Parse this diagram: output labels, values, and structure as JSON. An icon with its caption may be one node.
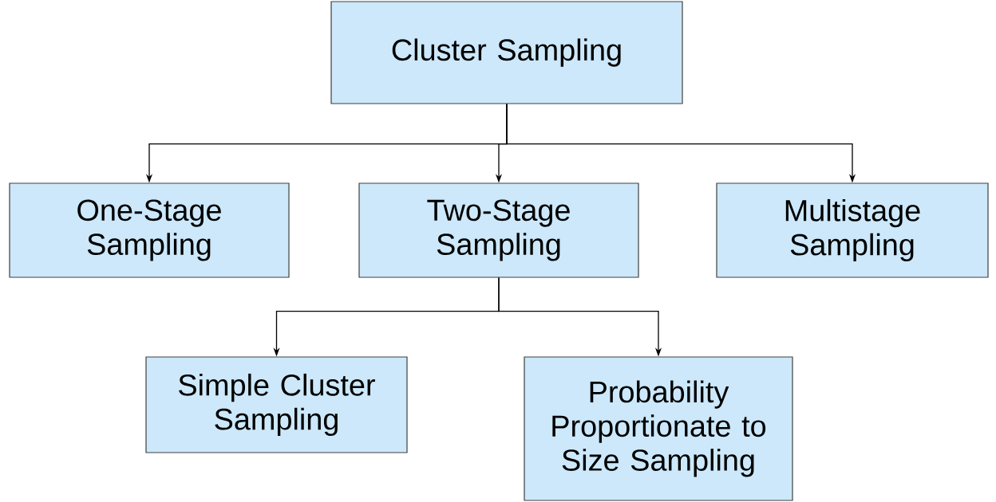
{
  "diagram": {
    "nodes": [
      {
        "text": [
          "Cluster Sampling"
        ]
      },
      {
        "text": [
          "One-Stage Sampling"
        ]
      },
      {
        "text": [
          "Two-Stage Sampling"
        ]
      },
      {
        "text": [
          "Multistage Sampling"
        ]
      },
      {
        "text": [
          "Simple Cluster Sampling"
        ]
      },
      {
        "text": [
          "Probability Proportionate to Size Sampling"
        ]
      }
    ],
    "edges": [
      {
        "from": 0,
        "to": 1,
        "arrow": "to"
      },
      {
        "from": 0,
        "to": 2,
        "arrow": "to"
      },
      {
        "from": 0,
        "to": 3,
        "arrow": "to"
      },
      {
        "from": 2,
        "to": 4,
        "arrow": "to"
      },
      {
        "from": 2,
        "to": 5,
        "arrow": "to"
      }
    ]
  }
}
